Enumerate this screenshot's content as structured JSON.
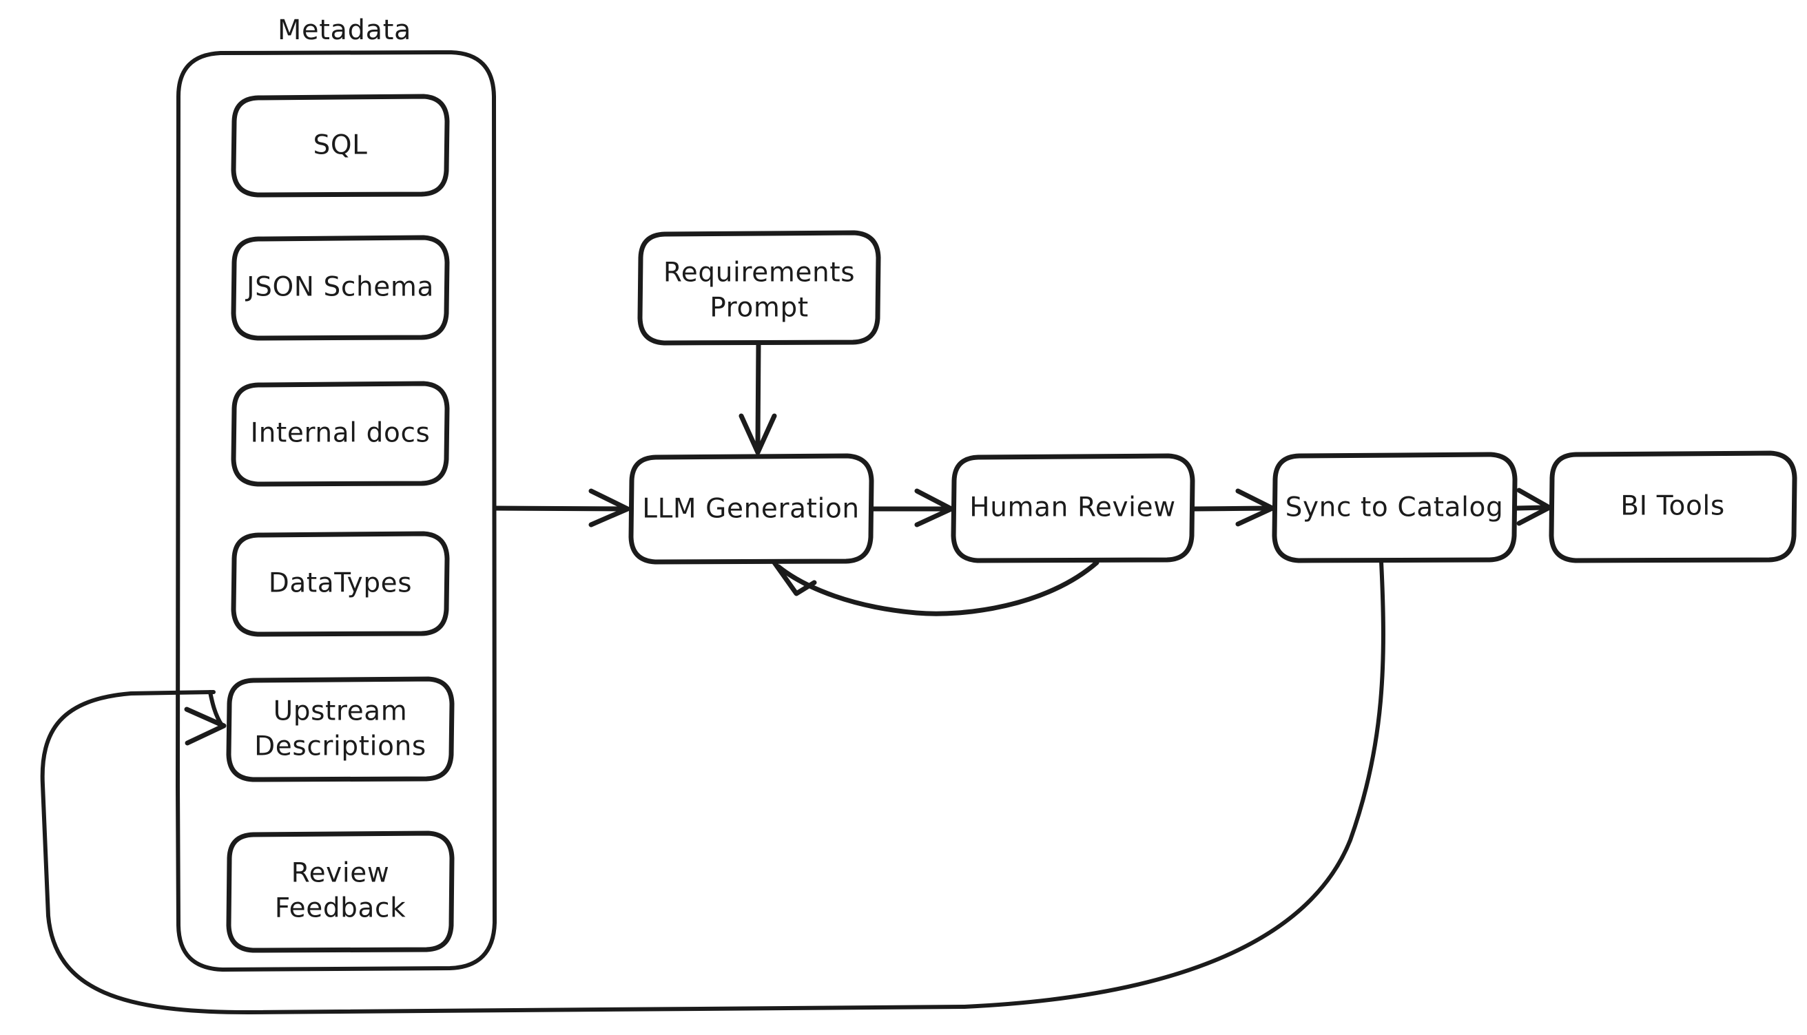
{
  "diagram": {
    "title": "Metadata",
    "background": "#ffffff",
    "stroke_color": "#1b1b1b",
    "style": "hand-drawn flowchart",
    "group": {
      "label": "Metadata",
      "items": [
        {
          "id": "sql",
          "label": "SQL"
        },
        {
          "id": "json-schema",
          "label": "JSON Schema"
        },
        {
          "id": "internal-docs",
          "label": "Internal docs"
        },
        {
          "id": "datatypes",
          "label": "DataTypes"
        },
        {
          "id": "upstream-descriptions",
          "label_line1": "Upstream",
          "label_line2": "Descriptions"
        },
        {
          "id": "review-feedback",
          "label_line1": "Review",
          "label_line2": "Feedback"
        }
      ]
    },
    "nodes": [
      {
        "id": "requirements-prompt",
        "label_line1": "Requirements",
        "label_line2": "Prompt"
      },
      {
        "id": "llm-generation",
        "label": "LLM Generation"
      },
      {
        "id": "human-review",
        "label": "Human Review"
      },
      {
        "id": "sync-to-catalog",
        "label": "Sync to Catalog"
      },
      {
        "id": "bi-tools",
        "label": "BI Tools"
      }
    ],
    "edges": [
      {
        "from": "metadata-group",
        "to": "llm-generation",
        "kind": "arrow"
      },
      {
        "from": "requirements-prompt",
        "to": "llm-generation",
        "kind": "arrow"
      },
      {
        "from": "llm-generation",
        "to": "human-review",
        "kind": "arrow"
      },
      {
        "from": "human-review",
        "to": "llm-generation",
        "kind": "arrow-curved-feedback"
      },
      {
        "from": "human-review",
        "to": "sync-to-catalog",
        "kind": "arrow"
      },
      {
        "from": "sync-to-catalog",
        "to": "bi-tools",
        "kind": "arrow"
      },
      {
        "from": "sync-to-catalog",
        "to": "upstream-descriptions",
        "kind": "arrow-long-loop"
      }
    ]
  }
}
